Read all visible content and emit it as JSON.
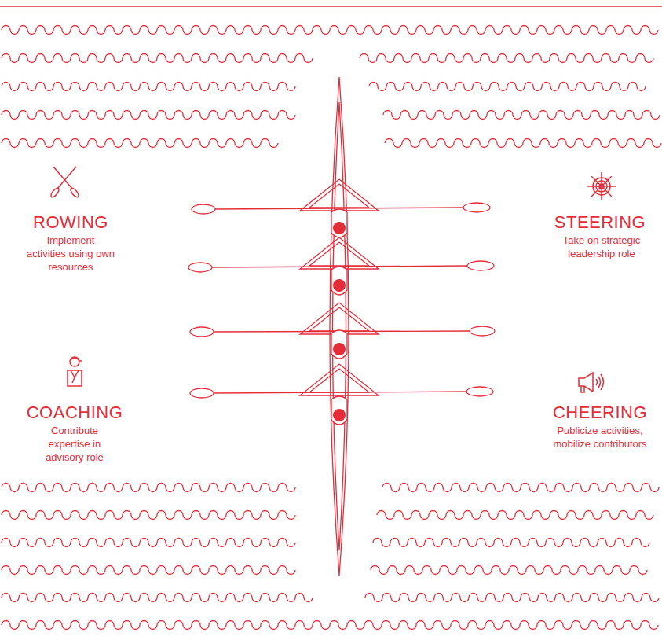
{
  "diagram": {
    "labels": [
      "ROWING",
      "Implement activities using own resources",
      "STEERING",
      "Take on strategic leadership role",
      "COACHING",
      "Contribute expertise in advisory role",
      "CHEERING",
      "Publicize activities, mobilize contributors"
    ]
  }
}
